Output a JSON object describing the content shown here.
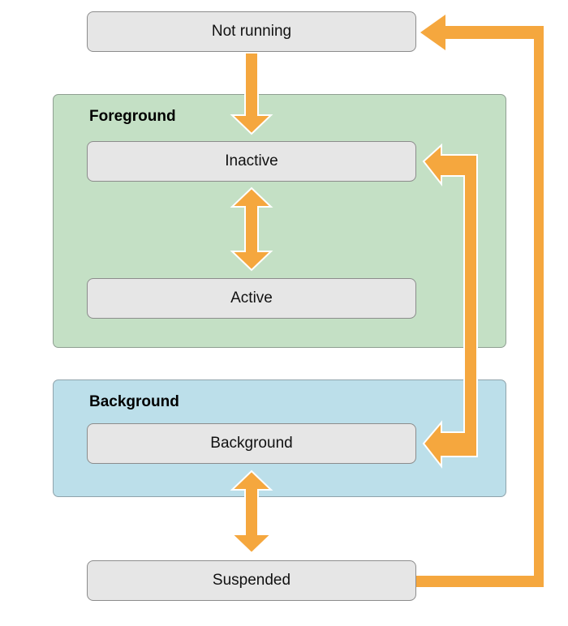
{
  "colors": {
    "foreground_fill": "#c4e0c5",
    "background_fill": "#bcdfea",
    "state_fill": "#e6e6e6",
    "arrow": "#f5a73e"
  },
  "regions": {
    "foreground": {
      "label": "Foreground"
    },
    "background": {
      "label": "Background"
    }
  },
  "states": {
    "not_running": "Not running",
    "inactive": "Inactive",
    "active": "Active",
    "background": "Background",
    "suspended": "Suspended"
  }
}
